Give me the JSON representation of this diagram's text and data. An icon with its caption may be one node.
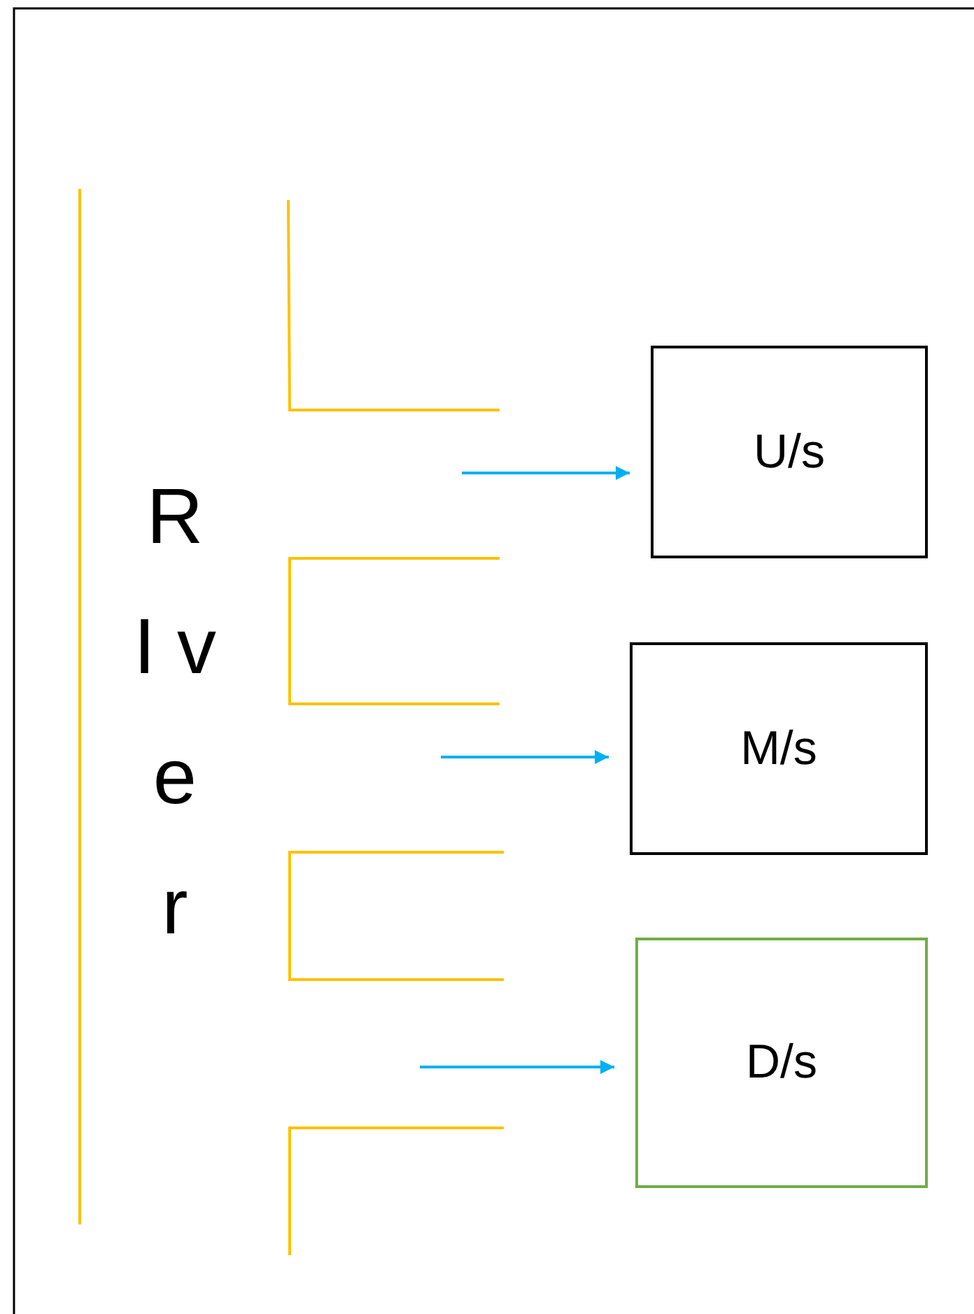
{
  "diagram": {
    "nodes": [
      {
        "text": [
          "U/s"
        ]
      },
      {
        "text": [
          "M/s"
        ]
      },
      {
        "text": [
          "D/s"
        ]
      }
    ],
    "edges": [
      {
        "from": null,
        "to": 0,
        "arrow": "to"
      },
      {
        "from": null,
        "to": 1,
        "arrow": "to"
      },
      {
        "from": null,
        "to": 2,
        "arrow": "to"
      }
    ],
    "labels": [
      "R I v e r"
    ]
  }
}
